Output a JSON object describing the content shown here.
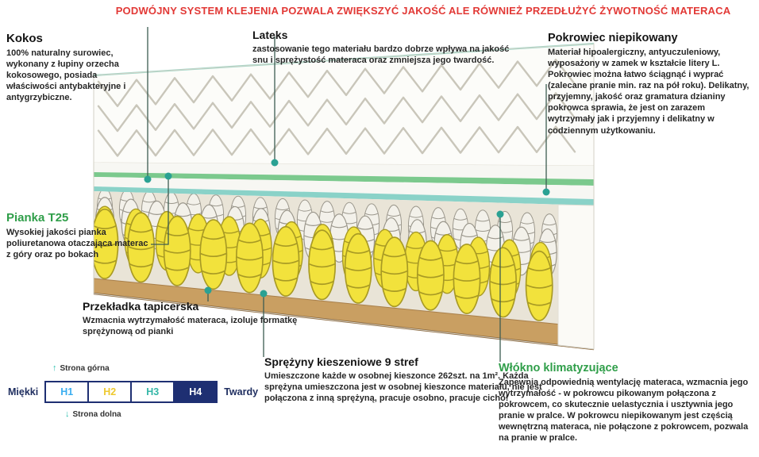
{
  "header": {
    "title": "PODWÓJNY SYSTEM KLEJENIA POZWALA ZWIĘKSZYĆ JAKOŚĆ ALE RÓWNIEŻ PRZEDŁUŻYĆ ŻYWOTNOŚĆ MATERACA"
  },
  "callouts": {
    "kokos": {
      "title": "Kokos",
      "body": "100% naturalny surowiec, wykonany z łupiny orzecha kokosowego, posiada właściwości antybakteryjne i antygrzybiczne."
    },
    "lateks": {
      "title": "Lateks",
      "body": "zastosowanie tego materiału bardzo dobrze wpływa na jakość snu i sprężystość materaca oraz zmniejsza jego twardość."
    },
    "pokrowiec": {
      "title": "Pokrowiec niepikowany",
      "body": "Materiał hipoalergiczny, antyuczuleniowy, wyposażony w zamek w kształcie litery L. Pokrowiec można łatwo ściągnąć i wyprać (zalecane pranie min. raz na pół roku). Delikatny, przyjemny, jakość oraz gramatura dzianiny pokrowca sprawia, że jest on zarazem wytrzymały jak i przyjemny i delikatny w codziennym użytkowaniu."
    },
    "pianka": {
      "title": "Pianka T25",
      "body": "Wysokiej jakości pianka poliuretanowa otaczająca materac z góry oraz po bokach"
    },
    "przekladka": {
      "title": "Przekładka tapicerska",
      "body": "Wzmacnia wytrzymałość materaca, izoluje formatkę sprężynową od pianki"
    },
    "sprezyny": {
      "title": "Sprężyny kieszeniowe 9 stref",
      "body": "Umieszczone każde w osobnej kieszonce 262szt. na 1m². Każda sprężyna umieszczona jest w osobnej kieszonce materiału, nie jest połączona z inną sprężyną, pracuje osobno, pracuje cicho!"
    },
    "wlokno": {
      "title": "Włókno klimatyzujące",
      "body": "Zapewnia odpowiednią wentylację materaca, wzmacnia jego wytrzymałość - w pokrowcu pikowanym połączona z pokrowcem, co skutecznie uelastycznia i usztywnia jego pranie w pralce. W pokrowcu niepikowanym jest częścią wewnętrzną materaca, nie połączone z pokrowcem, pozwala na pranie w pralce."
    }
  },
  "scale": {
    "top_label": "Strona górna",
    "bottom_label": "Strona dolna",
    "soft_label": "Miękki",
    "hard_label": "Twardy",
    "levels": [
      {
        "label": "H1",
        "color": "#3aaef0"
      },
      {
        "label": "H2",
        "color": "#eec92f"
      },
      {
        "label": "H3",
        "color": "#34b6a7"
      },
      {
        "label": "H4",
        "color": "#1e2f72"
      }
    ]
  },
  "colors": {
    "header_red": "#e23936",
    "heading_green": "#2f9e49",
    "connector_teal": "#2aa193",
    "spring_yellow": "#f2e23c",
    "wood_base": "#c99f62",
    "scale_navy": "#1e2f72"
  }
}
